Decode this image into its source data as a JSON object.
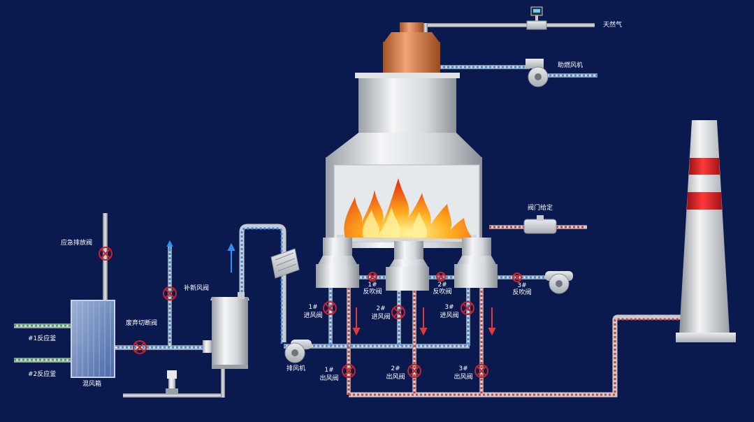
{
  "colors": {
    "background": "#0a1a4e",
    "pipe_gray": "#b8bcc2",
    "flow_blue": "#2f8ff0",
    "flow_red": "#e03a3a",
    "flow_green": "#2fb24a",
    "valve_red": "#c8232a",
    "chimney_band": "#d6202a",
    "copper": "#c9713f"
  },
  "labels": {
    "natural_gas": "天然气",
    "combustion_fan": "助燃风机",
    "valve_setpoint": "阀门给定",
    "emergency_vent_valve": "应急排放阀",
    "fresh_air_valve": "补新风阀",
    "waste_cutoff_valve": "废弃切断阀",
    "reactor_1": "#1反应釜",
    "reactor_2": "#2反应釜",
    "mixing_box": "混风箱",
    "exhaust_fan": "排风机",
    "inlet_valves": [
      {
        "num": "1#",
        "text": "进风阀"
      },
      {
        "num": "2#",
        "text": "进风阀"
      },
      {
        "num": "3#",
        "text": "进风阀"
      }
    ],
    "purge_valves": [
      {
        "num": "1#",
        "text": "反吹阀"
      },
      {
        "num": "2#",
        "text": "反吹阀"
      },
      {
        "num": "3#",
        "text": "反吹阀"
      }
    ],
    "outlet_valves": [
      {
        "num": "1#",
        "text": "出风阀"
      },
      {
        "num": "2#",
        "text": "出风阀"
      },
      {
        "num": "3#",
        "text": "出风阀"
      }
    ]
  },
  "icons": {
    "valve": "butterfly-valve-icon",
    "fan": "centrifugal-fan-icon",
    "arrow_up": "arrow-up-icon",
    "arrow_down": "arrow-down-icon"
  }
}
